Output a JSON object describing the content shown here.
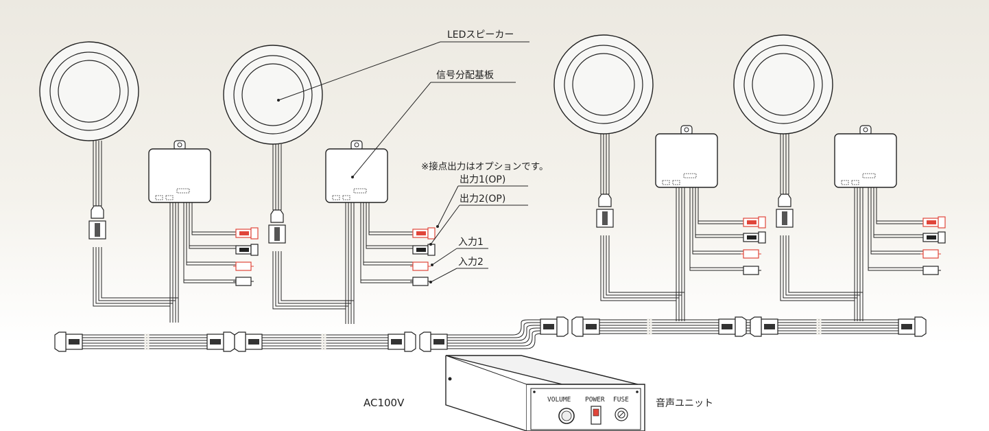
{
  "callouts": {
    "led_speaker": "LEDスピーカー",
    "signal_board": "信号分配基板",
    "option_note": "※接点出力はオプションです。",
    "output1": "出力1(OP)",
    "output2": "出力2(OP)",
    "input1": "入力1",
    "input2": "入力2"
  },
  "power_label": "AC100V",
  "audio_unit": {
    "name": "音声ユニット",
    "controls": {
      "volume": "VOLUME",
      "power": "POWER",
      "fuse": "FUSE"
    }
  },
  "colors": {
    "line": "#222222",
    "red_connector": "#e0453a",
    "background": "#ece9e1"
  }
}
